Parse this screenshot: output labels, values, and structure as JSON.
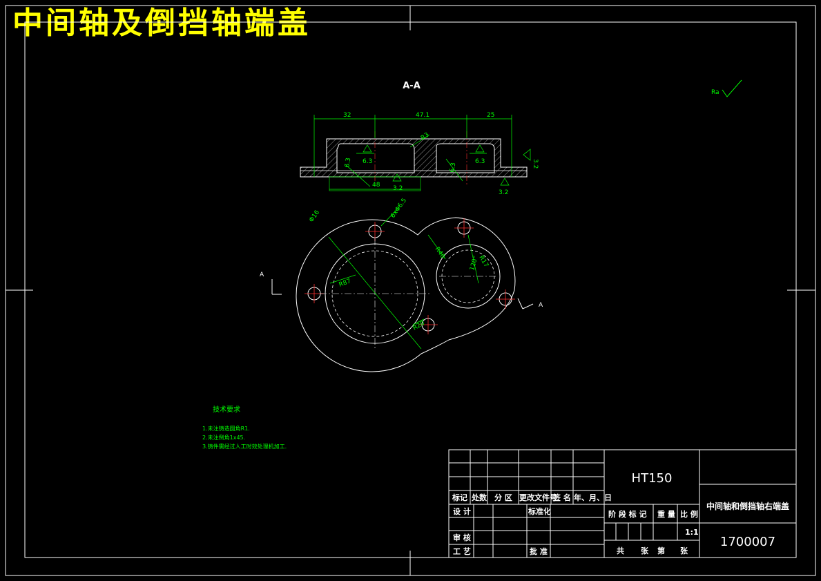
{
  "drawing_title": "中间轴及倒挡轴端盖",
  "section_label": "A-A",
  "dimensions": {
    "d1": "32",
    "d2": "47.1",
    "d3": "25",
    "r3": "R3",
    "r3b": "R3",
    "rough1": "6.3",
    "rough2": "6.3",
    "rough3": "6.3",
    "rough4": "6.3",
    "rough5": "3.2",
    "d48": "48",
    "rough6": "3.2",
    "rough7": "3.2",
    "dia": "Φ16",
    "holes": "6xΦ6.5",
    "r40": "R40",
    "r87": "R87",
    "r17": "R17",
    "a120": "120°",
    "r20": "R20"
  },
  "view_marks": {
    "left": "A",
    "right": "A"
  },
  "roughness_corner": "Ra",
  "tech_notes": {
    "heading": "技术要求",
    "items": [
      "1.未注铸造圆角R1.",
      "2.未注倒角1x45.",
      "3.铸件需经过人工时效处理机加工."
    ]
  },
  "title_block": {
    "material": "HT150",
    "part_name": "中间轴和倒挡轴右端盖",
    "drawing_no": "1700007",
    "scale": "1:1",
    "h_biaoji": "标记",
    "h_chushu": "处数",
    "h_fenqu": "分 区",
    "h_gengai": "更改文件号",
    "h_qianming": "签 名",
    "h_date": "年、月、日",
    "design": "设 计",
    "standard": "标准化",
    "review": "审 核",
    "process": "工 艺",
    "approve": "批 准",
    "stage": "阶 段 标 记",
    "weight": "重 量",
    "ratio": "比 例",
    "total": "共",
    "sheet": "张",
    "no": "第",
    "sheet2": "张"
  }
}
